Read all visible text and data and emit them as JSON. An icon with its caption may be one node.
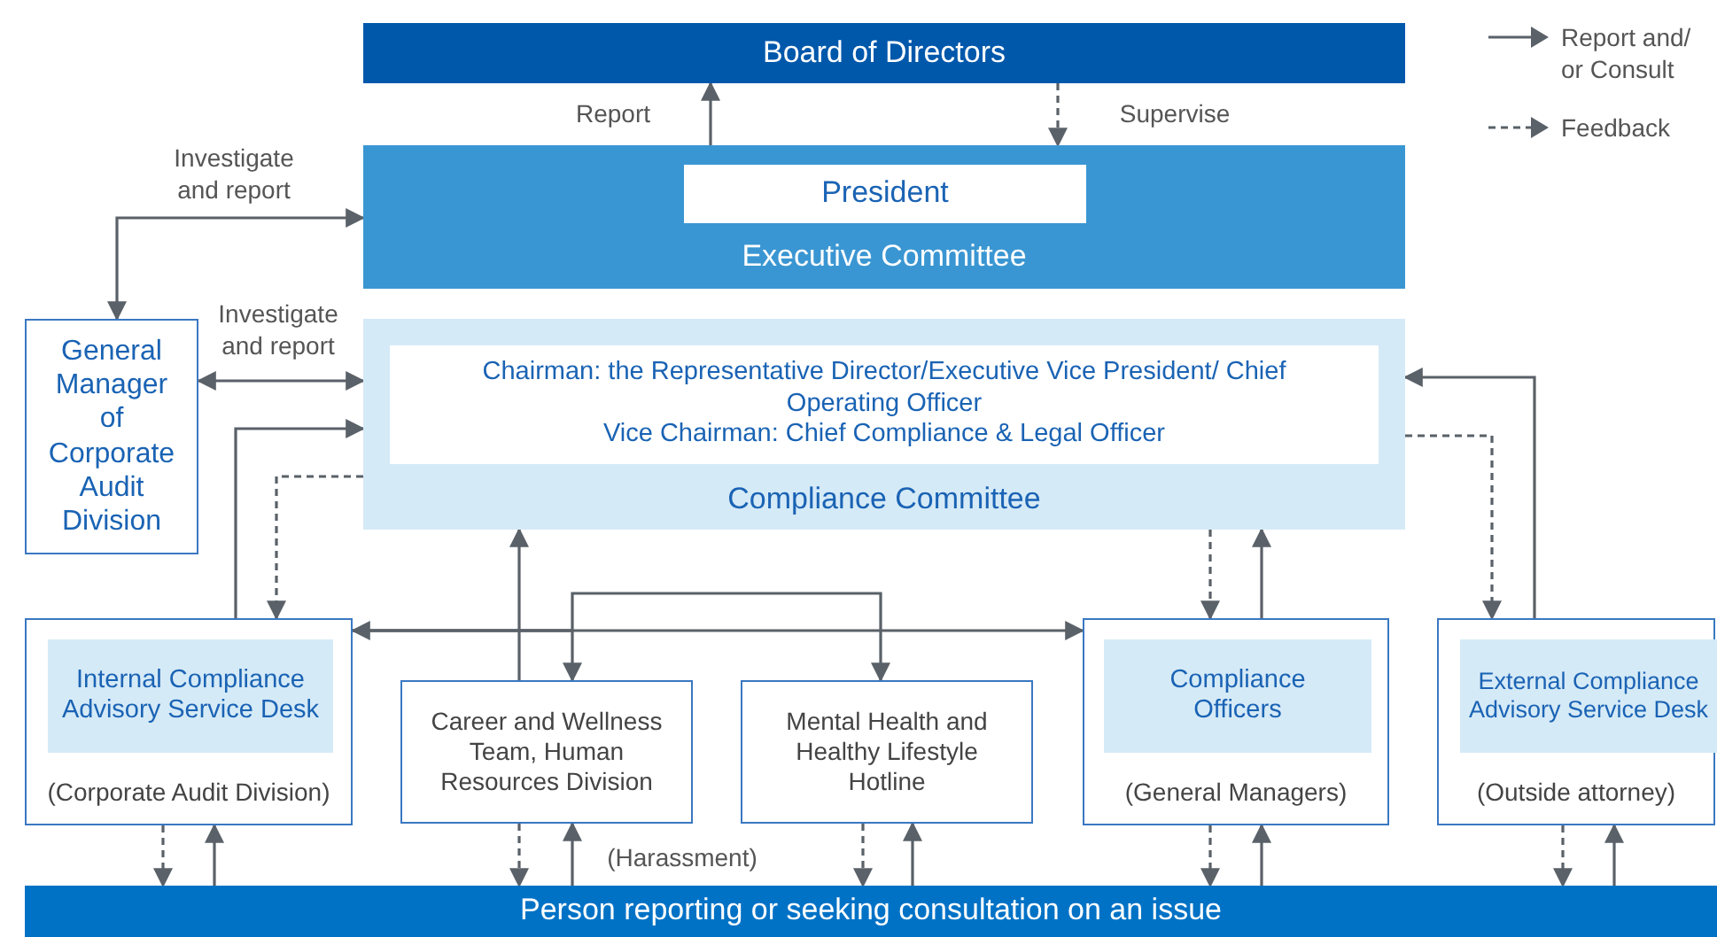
{
  "diagram": {
    "nodes": [
      {
        "text": [
          "Board of Directors"
        ]
      },
      {
        "text": [
          "Executive Committee"
        ]
      },
      {
        "text": [
          "President"
        ],
        "in": 1
      },
      {
        "text": [
          "Compliance Committee"
        ]
      },
      {
        "text": [
          "Chairman: the Representative Director/Executive Vice President/ Chief Operating Officer",
          "Vice Chairman: Chief Compliance & Legal Officer"
        ],
        "in": 3
      },
      {
        "text": [
          "General Manager of Corporate Audit Division"
        ]
      },
      {
        "text": [
          "(Corporate Audit Division)"
        ]
      },
      {
        "text": [
          "Internal Compliance Advisory Service Desk"
        ],
        "in": 6
      },
      {
        "text": [
          "Career and Wellness Team, Human Resources Division"
        ]
      },
      {
        "text": [
          "Mental Health and Healthy Lifestyle Hotline"
        ]
      },
      {
        "text": [
          "(General Managers)"
        ]
      },
      {
        "text": [
          "Compliance Officers"
        ],
        "in": 10
      },
      {
        "text": [
          "(Outside attorney)"
        ]
      },
      {
        "text": [
          "External Compliance Advisory Service Desk"
        ],
        "in": 12
      },
      {
        "text": [
          "Person reporting or seeking consultation on an issue"
        ]
      }
    ],
    "edges": [
      {
        "from": 1,
        "to": 0,
        "arrow": "to",
        "label": "Report"
      },
      {
        "from": 0,
        "to": 1,
        "arrow": "to",
        "style": "dashed",
        "label": "Supervise"
      },
      {
        "from": 5,
        "to": 1,
        "arrow": "both",
        "label": "Investigate and report"
      },
      {
        "from": 5,
        "to": 3,
        "arrow": "both",
        "label": "Investigate and report"
      },
      {
        "from": 6,
        "to": 3,
        "arrow": "to"
      },
      {
        "from": 3,
        "to": 6,
        "arrow": "to",
        "style": "dashed"
      },
      {
        "from": 8,
        "to": 3,
        "arrow": "to"
      },
      {
        "from": 6,
        "to": 10,
        "arrow": "both"
      },
      {
        "from": 6,
        "to": 8,
        "arrow": "to"
      },
      {
        "from": 6,
        "to": 9,
        "arrow": "to"
      },
      {
        "from": 3,
        "to": 10,
        "arrow": "to",
        "style": "dashed"
      },
      {
        "from": 10,
        "to": 3,
        "arrow": "to"
      },
      {
        "from": 3,
        "to": 12,
        "arrow": "to",
        "style": "dashed"
      },
      {
        "from": 12,
        "to": 3,
        "arrow": "to"
      },
      {
        "from": 6,
        "to": 14,
        "arrow": "to",
        "style": "dashed"
      },
      {
        "from": 14,
        "to": 6,
        "arrow": "to"
      },
      {
        "from": 8,
        "to": 14,
        "arrow": "to",
        "style": "dashed"
      },
      {
        "from": 14,
        "to": 8,
        "arrow": "to",
        "label": "(Harassment)"
      },
      {
        "from": 9,
        "to": 14,
        "arrow": "to",
        "style": "dashed"
      },
      {
        "from": 14,
        "to": 9,
        "arrow": "to"
      },
      {
        "from": 10,
        "to": 14,
        "arrow": "to",
        "style": "dashed"
      },
      {
        "from": 14,
        "to": 10,
        "arrow": "to"
      },
      {
        "from": 12,
        "to": 14,
        "arrow": "to",
        "style": "dashed"
      },
      {
        "from": 14,
        "to": 12,
        "arrow": "to"
      }
    ],
    "legend": [
      {
        "text": "Report and/ or Consult"
      },
      {
        "text": "Feedback"
      }
    ]
  }
}
